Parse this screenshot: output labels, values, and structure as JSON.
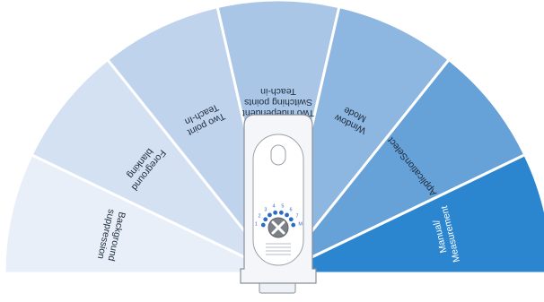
{
  "fan": {
    "segments": [
      {
        "label": [
          "Background",
          "suppression"
        ],
        "color": "#e8eff8",
        "text_color": "#1d2a3a"
      },
      {
        "label": [
          "Foreground",
          "blanking"
        ],
        "color": "#d3e1f2",
        "text_color": "#1d2a3a"
      },
      {
        "label": [
          "Two point",
          "Teach-In"
        ],
        "color": "#bfd3ec",
        "text_color": "#1d2a3a"
      },
      {
        "label": [
          "Two independent",
          "Switching points",
          "Teach-in"
        ],
        "color": "#a9c6e6",
        "text_color": "#1d2a3a"
      },
      {
        "label": [
          "Window",
          "Mode"
        ],
        "color": "#8db6e0",
        "text_color": "#1d2a3a"
      },
      {
        "label": [
          "ApplicationSelect"
        ],
        "color": "#66a1d8",
        "text_color": "#1d2a3a"
      },
      {
        "label": [
          "Manual/",
          "Measurement"
        ],
        "color": "#2b86cf",
        "text_color": "#ffffff"
      }
    ]
  },
  "device": {
    "selector_icon": "x-rotary-selector-icon",
    "dial_numbers": [
      "1",
      "2",
      "3",
      "4",
      "5",
      "6",
      "7",
      "M"
    ]
  },
  "colors": {
    "device_body": "#f4f6f9",
    "device_outline": "#8a9099",
    "dial_dots": "#2b6cc4",
    "knob": "#7c8188"
  }
}
